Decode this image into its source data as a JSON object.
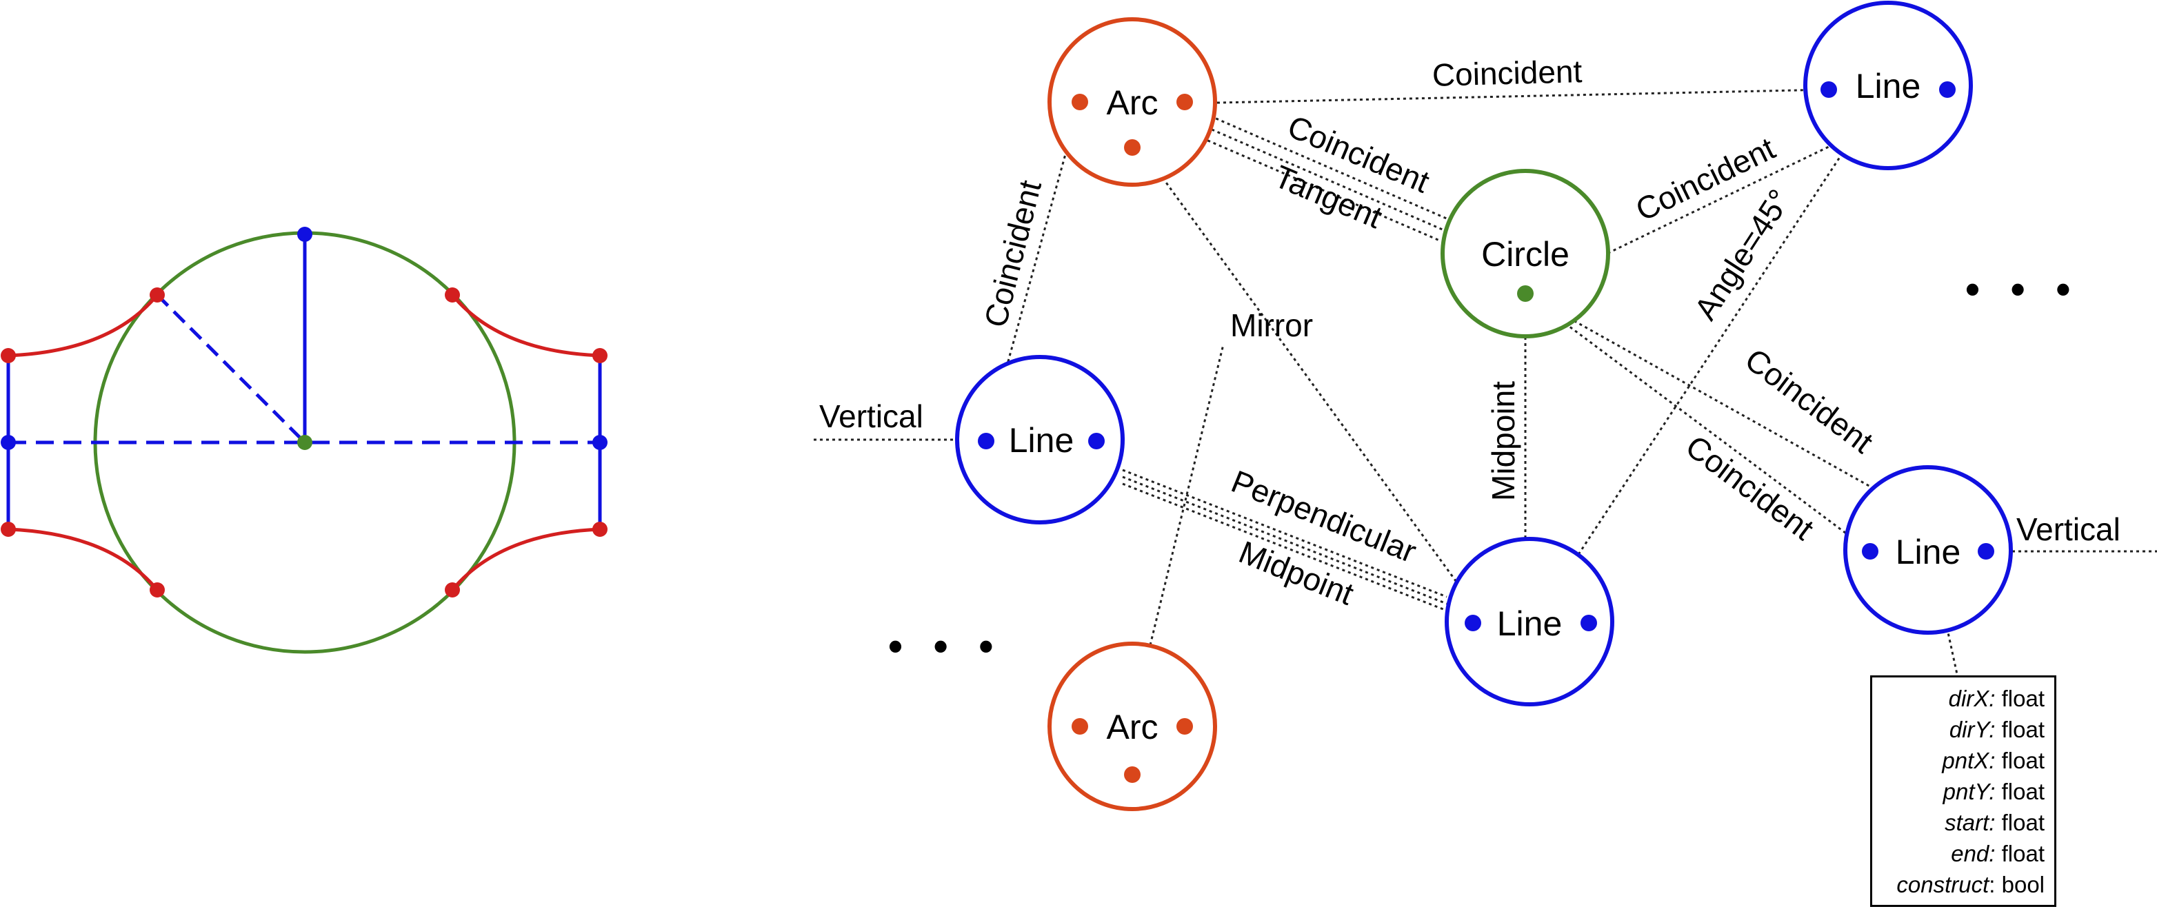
{
  "colors": {
    "line": "#1010e0",
    "arc_node": "#d9461a",
    "arc_sketch": "#d31f1f",
    "circle": "#4a8a2a",
    "edge": "#222222"
  },
  "nodes": {
    "arc_top": "Arc",
    "arc_bottom": "Arc",
    "line_top_right": "Line",
    "circle": "Circle",
    "line_left": "Line",
    "line_center": "Line",
    "line_right": "Line"
  },
  "edges": {
    "coincident_arc_line_top": "Coincident",
    "coincident_arc_circle": "Coincident",
    "tangent_arc_circle": "Tangent",
    "coincident_arc_line_left": "Coincident",
    "coincident_circle_line_top": "Coincident",
    "angle_line_top_line_center": "Angle=45°",
    "mirror": "Mirror",
    "midpoint_circle_line_center": "Midpoint",
    "coincident_circle_line_right_1": "Coincident",
    "coincident_circle_line_right_2": "Coincident",
    "perpendicular": "Perpendicular",
    "midpoint_line_left_line_center": "Midpoint",
    "vertical_left": "Vertical",
    "vertical_right": "Vertical"
  },
  "ellipses": {
    "left": "• • •",
    "right": "• • •"
  },
  "attributes": [
    {
      "key": "dirX:",
      "type": "float"
    },
    {
      "key": "dirY:",
      "type": "float"
    },
    {
      "key": "pntX:",
      "type": "float"
    },
    {
      "key": "pntY:",
      "type": "float"
    },
    {
      "key": "start:",
      "type": "float"
    },
    {
      "key": "end:",
      "type": "float"
    },
    {
      "key": "construct",
      "type": "bool",
      "sep": ":"
    }
  ]
}
